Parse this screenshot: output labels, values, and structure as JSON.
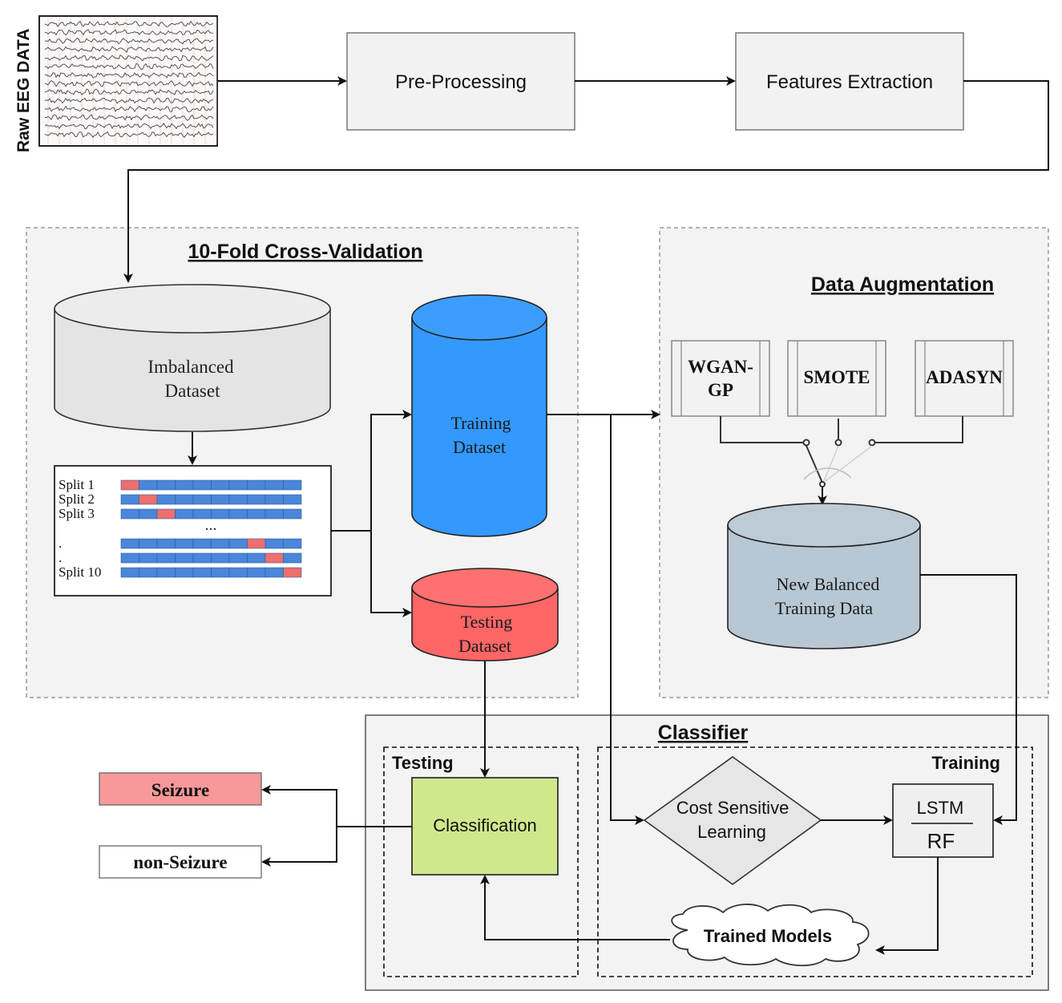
{
  "eeg": {
    "label": "Raw EEG DATA"
  },
  "pipeline": {
    "preprocessing": "Pre-Processing",
    "features": "Features Extraction"
  },
  "cv": {
    "title": "10-Fold Cross-Validation",
    "imbalanced_line1": "Imbalanced",
    "imbalanced_line2": "Dataset",
    "training_line1": "Training",
    "training_line2": "Dataset",
    "testing_line1": "Testing",
    "testing_line2": "Dataset",
    "splits": [
      {
        "label": "Split 1",
        "test_fold": 1
      },
      {
        "label": "Split 2",
        "test_fold": 2
      },
      {
        "label": "Split 3",
        "test_fold": 3
      },
      {
        "label": ".",
        "test_fold": 8
      },
      {
        "label": ".",
        "test_fold": 9
      },
      {
        "label": "Split 10",
        "test_fold": 10
      }
    ],
    "ellipsis": "...",
    "folds": 10
  },
  "augmentation": {
    "title": "Data Augmentation",
    "methods": [
      "WGAN-GP",
      "SMOTE",
      "ADASYN"
    ],
    "wgan_line1": "WGAN-",
    "wgan_line2": "GP",
    "balanced_line1": "New Balanced",
    "balanced_line2": "Training Data"
  },
  "classifier": {
    "title": "Classifier",
    "testing_label": "Testing",
    "training_label": "Training",
    "classification": "Classification",
    "cost_line1": "Cost Sensitive",
    "cost_line2": "Learning",
    "model_top": "LSTM",
    "model_bottom": "RF",
    "trained_models": "Trained Models"
  },
  "outputs": {
    "seizure": "Seizure",
    "non_seizure": "non-Seizure"
  },
  "colors": {
    "training_blue": "#3399ff",
    "testing_red": "#ff6666",
    "balanced_grey": "#b7c7d3",
    "classification_green": "#cfe88c",
    "seizure_pink": "#f7999a",
    "fold_blue": "#4a86d9",
    "fold_red": "#ef6e6e"
  }
}
